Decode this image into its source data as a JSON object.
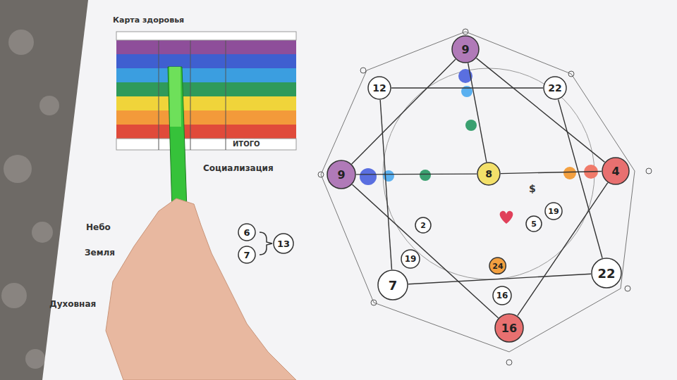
{
  "diagram": {
    "nodes": [
      {
        "text": [
          "9"
        ]
      },
      {
        "text": [
          "12"
        ]
      },
      {
        "text": [
          "22"
        ]
      },
      {
        "text": [
          "9"
        ]
      },
      {
        "text": [
          "8"
        ]
      },
      {
        "text": [
          "4"
        ]
      },
      {
        "text": [
          "7"
        ]
      },
      {
        "text": [
          "22"
        ]
      },
      {
        "text": [
          "16"
        ]
      },
      {
        "text": [
          "19"
        ]
      },
      {
        "text": [
          "2"
        ]
      },
      {
        "text": [
          "24"
        ]
      },
      {
        "text": [
          "16"
        ]
      },
      {
        "text": [
          "19"
        ]
      },
      {
        "text": [
          "5"
        ]
      },
      {
        "text": [
          "6"
        ]
      },
      {
        "text": [
          "7"
        ]
      },
      {
        "text": [
          "13"
        ]
      }
    ],
    "edges": [
      {
        "from": 1,
        "to": 2,
        "arrow": "none"
      },
      {
        "from": 2,
        "to": 7,
        "arrow": "none"
      },
      {
        "from": 7,
        "to": 6,
        "arrow": "none"
      },
      {
        "from": 6,
        "to": 1,
        "arrow": "none"
      },
      {
        "from": 0,
        "to": 5,
        "arrow": "none"
      },
      {
        "from": 5,
        "to": 8,
        "arrow": "none"
      },
      {
        "from": 8,
        "to": 3,
        "arrow": "none"
      },
      {
        "from": 3,
        "to": 0,
        "arrow": "none"
      },
      {
        "from": 3,
        "to": 4,
        "arrow": "none"
      },
      {
        "from": 4,
        "to": 5,
        "arrow": "none"
      },
      {
        "from": 0,
        "to": 4,
        "arrow": "none"
      }
    ],
    "labels": [
      "Карта здоровья",
      "ИТОГО",
      "Небо",
      "Земля",
      "Социализация",
      "Духовная",
      "$"
    ]
  }
}
